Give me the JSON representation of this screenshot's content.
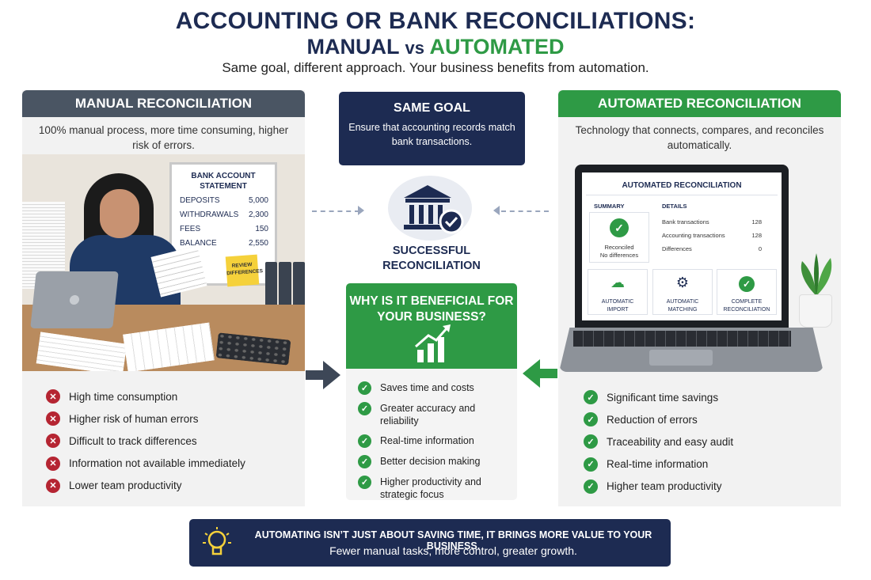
{
  "header": {
    "title_line1": "ACCOUNTING OR BANK RECONCILIATIONS:",
    "title_manual": "MANUAL",
    "title_vs": "vs",
    "title_automated": "AUTOMATED",
    "subtitle": "Same goal, different approach. Your business benefits from automation."
  },
  "manual": {
    "heading": "MANUAL RECONCILIATION",
    "description": "100% manual process, more time consuming, higher risk of errors.",
    "statement": {
      "title": "BANK ACCOUNT STATEMENT",
      "rows": [
        {
          "label": "DEPOSITS",
          "value": "5,000"
        },
        {
          "label": "WITHDRAWALS",
          "value": "2,300"
        },
        {
          "label": "FEES",
          "value": "150"
        },
        {
          "label": "BALANCE",
          "value": "2,550"
        }
      ],
      "sticky_note": "REVIEW DIFFERENCES"
    },
    "items": [
      "High time consumption",
      "Higher risk of human errors",
      "Difficult to track differences",
      "Information not available immediately",
      "Lower team productivity"
    ]
  },
  "goal": {
    "title": "SAME GOAL",
    "text": "Ensure that accounting records match bank transactions."
  },
  "center": {
    "success_label": "SUCCESSFUL RECONCILIATION",
    "why_title": "WHY IS IT BENEFICIAL FOR YOUR BUSINESS?",
    "items": [
      "Saves time and costs",
      "Greater accuracy and reliability",
      "Real-time information",
      "Better decision making",
      "Higher productivity and strategic focus"
    ]
  },
  "automated": {
    "heading": "AUTOMATED RECONCILIATION",
    "description": "Technology that connects, compares, and reconciles automatically.",
    "screen": {
      "title": "AUTOMATED RECONCILIATION",
      "summary_label": "SUMMARY",
      "summary_text_1": "Reconciled",
      "summary_text_2": "No differences",
      "details_label": "DETAILS",
      "details": [
        {
          "label": "Bank transactions",
          "value": "128"
        },
        {
          "label": "Accounting transactions",
          "value": "128"
        },
        {
          "label": "Differences",
          "value": "0"
        }
      ],
      "tiles": [
        {
          "line1": "AUTOMATIC",
          "line2": "IMPORT"
        },
        {
          "line1": "AUTOMATIC",
          "line2": "MATCHING"
        },
        {
          "line1": "COMPLETE",
          "line2": "RECONCILIATION"
        }
      ]
    },
    "items": [
      "Significant time savings",
      "Reduction of errors",
      "Traceability and easy audit",
      "Real-time information",
      "Higher team productivity"
    ]
  },
  "banner": {
    "line1": "AUTOMATING ISN’T JUST ABOUT SAVING TIME, IT BRINGS MORE VALUE TO YOUR BUSINESS.",
    "line2": "Fewer manual tasks, more control, greater growth."
  },
  "colors": {
    "navy": "#1d2b52",
    "green": "#2e9a45",
    "slate": "#4a5563",
    "red": "#b52532"
  }
}
